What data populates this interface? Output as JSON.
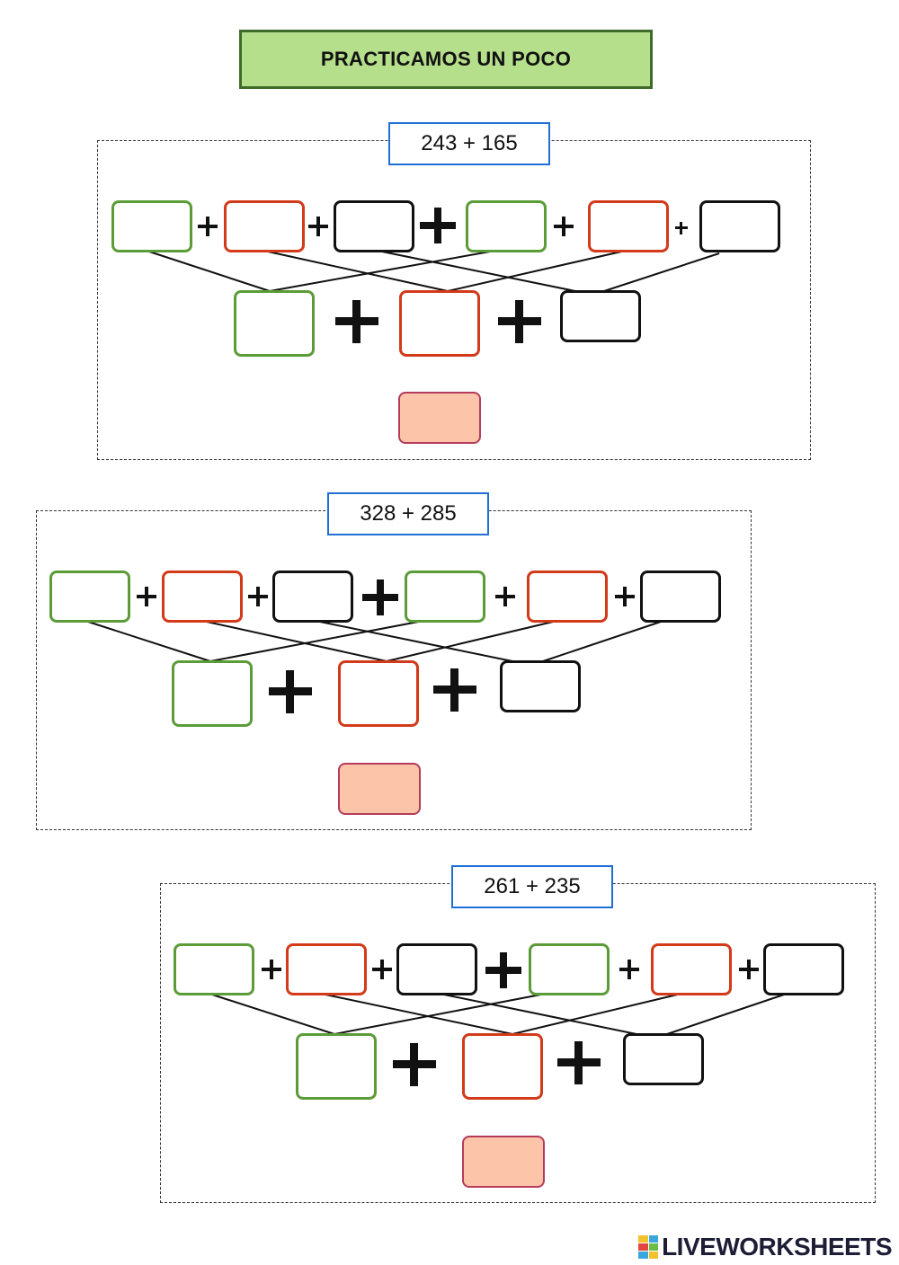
{
  "title": "PRACTICAMOS UN POCO",
  "exercises": [
    {
      "problem": "243 + 165"
    },
    {
      "problem": "328 + 285"
    },
    {
      "problem": "261 + 235"
    }
  ],
  "colors": {
    "hundreds": "#5c9c38",
    "tens": "#d23a1a",
    "units": "#111111",
    "result_fill": "#fcc4a9",
    "problem_border": "#1f6fd6",
    "title_fill": "#b6df8c"
  },
  "footer": {
    "brand": "LIVEWORKSHEETS",
    "logo_icon": "liveworksheets-logo-icon"
  }
}
